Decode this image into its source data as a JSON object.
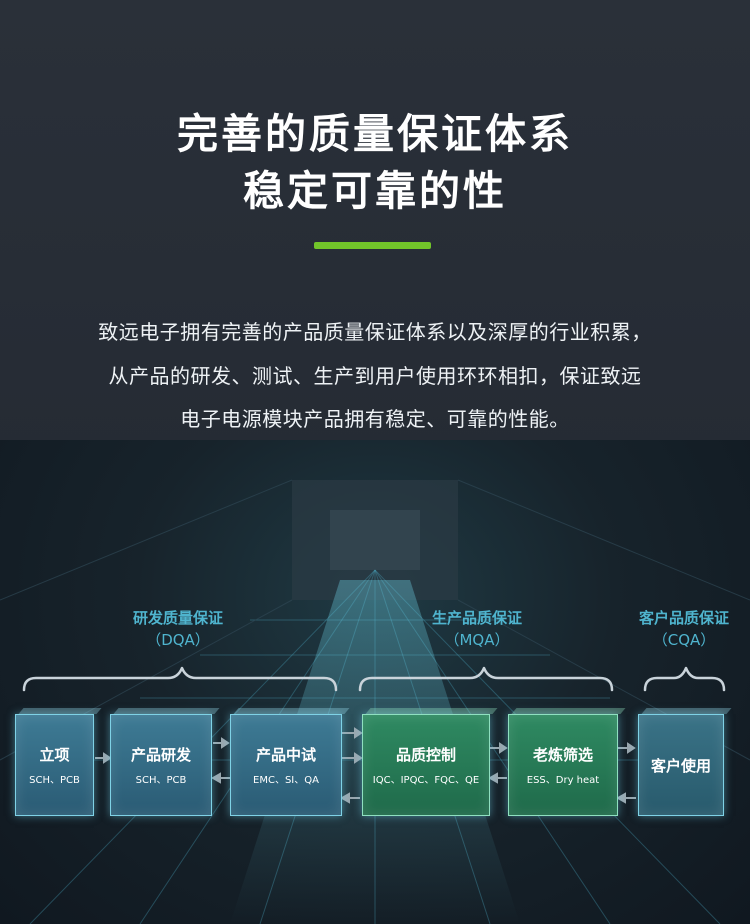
{
  "header": {
    "title_line1": "完善的质量保证体系",
    "title_line2": "稳定可靠的性"
  },
  "description": {
    "line1": "致远电子拥有完善的产品质量保证体系以及深厚的行业积累，",
    "line2": "从产品的研发、测试、生产到用户使用环环相扣，保证致远",
    "line3": "电子电源模块产品拥有稳定、可靠的性能。"
  },
  "phases": [
    {
      "label": "研发质量保证",
      "code": "（DQA）"
    },
    {
      "label": "生产品质保证",
      "code": "（MQA）"
    },
    {
      "label": "客户品质保证",
      "code": "（CQA）"
    }
  ],
  "steps": [
    {
      "name": "立项",
      "code": "SCH、PCB"
    },
    {
      "name": "产品研发",
      "code": "SCH、PCB"
    },
    {
      "name": "产品中试",
      "code": "EMC、SI、QA"
    },
    {
      "name": "品质控制",
      "code": "IQC、IPQC、FQC、QE"
    },
    {
      "name": "老炼筛选",
      "code": "ESS、Dry heat"
    },
    {
      "name": "客户使用",
      "code": ""
    }
  ],
  "colors": {
    "accent": "#72c52a",
    "phase_text": "#4fb4ce",
    "box_blue": "#3e7b95",
    "box_green": "#2f8a62"
  }
}
